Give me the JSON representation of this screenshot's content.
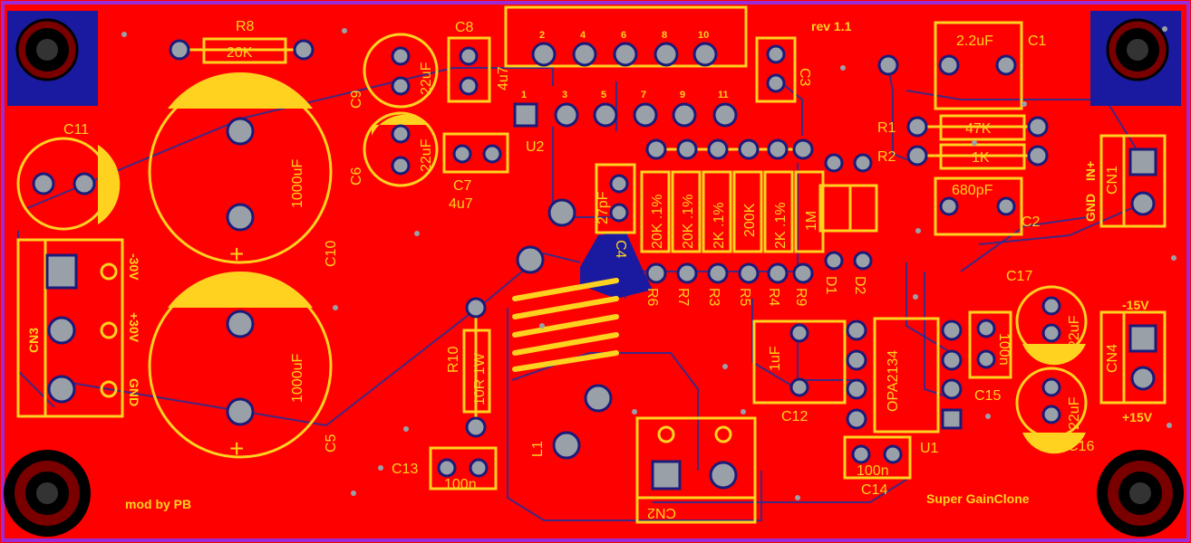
{
  "board": {
    "revision": "rev 1.1",
    "title": "Super GainClone",
    "credit": "mod by PB",
    "colors": {
      "copper": "#ff0000",
      "silkscreen": "#ffd21f",
      "pad": "#9aa0a8",
      "trace": "#1f2f9a",
      "mount": "#1a1aa0",
      "outline": "#9b2bd6"
    }
  },
  "components": {
    "R8": {
      "ref": "R8",
      "value": "20K"
    },
    "C8": {
      "ref": "C8",
      "value": "4u7"
    },
    "C9": {
      "ref": "C9",
      "value": "22uF"
    },
    "C6": {
      "ref": "C6",
      "value": "22uF"
    },
    "C7": {
      "ref": "C7",
      "value": "4u7"
    },
    "C11": {
      "ref": "C11"
    },
    "C10": {
      "ref": "C10",
      "value": "1000uF"
    },
    "C5": {
      "ref": "C5",
      "value": "1000uF"
    },
    "CN3": {
      "ref": "CN3",
      "pins": [
        "-30V",
        "+30V",
        "GND"
      ]
    },
    "U2": {
      "ref": "U2",
      "pins_top": [
        "2",
        "4",
        "6",
        "8",
        "10"
      ],
      "pins_bottom": [
        "1",
        "3",
        "5",
        "7",
        "9",
        "11"
      ]
    },
    "C3": {
      "ref": "C3"
    },
    "C4": {
      "ref": "C4",
      "value": "27pF"
    },
    "resistor_bank": [
      {
        "ref": "R6",
        "value": "20K .1%"
      },
      {
        "ref": "R7",
        "value": "20K .1%"
      },
      {
        "ref": "R3",
        "value": "2K .1%"
      },
      {
        "ref": "R5",
        "value": "200K"
      },
      {
        "ref": "R4",
        "value": "2K .1%"
      },
      {
        "ref": "R9",
        "value": "1M"
      }
    ],
    "D1": {
      "ref": "D1"
    },
    "D2": {
      "ref": "D2"
    },
    "C1": {
      "ref": "C1",
      "value": "2.2uF"
    },
    "R1": {
      "ref": "R1",
      "value": "47K"
    },
    "R2": {
      "ref": "R2",
      "value": "1K"
    },
    "C2": {
      "ref": "C2",
      "value": "680pF"
    },
    "CN1": {
      "ref": "CN1",
      "pins": [
        "GND",
        "IN+"
      ]
    },
    "R10": {
      "ref": "R10",
      "value": "10R 1W"
    },
    "L1": {
      "ref": "L1"
    },
    "C13": {
      "ref": "C13",
      "value": "100n"
    },
    "CN2": {
      "ref": "CN2"
    },
    "C12": {
      "ref": "C12",
      "value": "1uF"
    },
    "U1": {
      "ref": "U1",
      "value": "OPA2134"
    },
    "C14": {
      "ref": "C14",
      "value": "100n"
    },
    "C15": {
      "ref": "C15",
      "value": "100n"
    },
    "C17": {
      "ref": "C17",
      "value": "22uF"
    },
    "C16": {
      "ref": "C16",
      "value": "22uF"
    },
    "CN4": {
      "ref": "CN4",
      "pins": [
        "-15V",
        "+15V"
      ]
    }
  }
}
